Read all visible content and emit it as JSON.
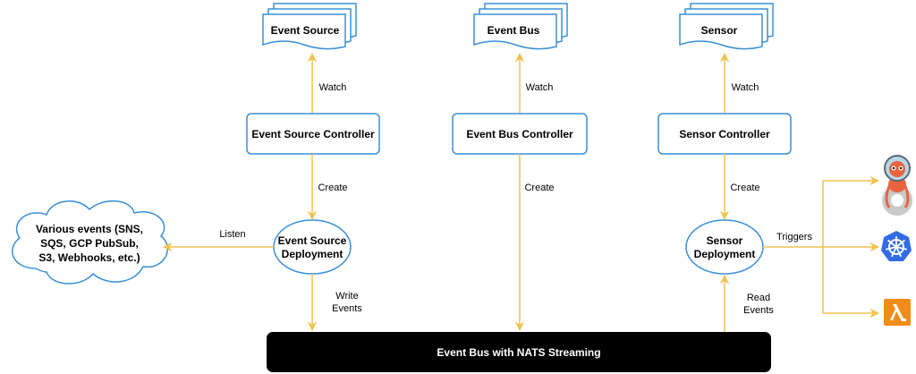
{
  "resources": {
    "event_source": "Event Source",
    "event_bus": "Event Bus",
    "sensor": "Sensor"
  },
  "controllers": {
    "event_source": "Event Source Controller",
    "event_bus": "Event Bus Controller",
    "sensor": "Sensor Controller"
  },
  "deployments": {
    "event_source": [
      "Event Source",
      "Deployment"
    ],
    "sensor": [
      "Sensor",
      "Deployment"
    ]
  },
  "events_cloud": [
    "Various events (SNS,",
    "SQS, GCP PubSub,",
    "S3, Webhooks, etc.)"
  ],
  "bus_bar": "Event Bus with NATS Streaming",
  "edges": {
    "watch": "Watch",
    "create": "Create",
    "listen": "Listen",
    "write_events": [
      "Write",
      "Events"
    ],
    "read_events": [
      "Read",
      "Events"
    ],
    "triggers": "Triggers"
  },
  "targets": [
    "argo-workflows-icon",
    "kubernetes-icon",
    "aws-lambda-icon"
  ],
  "colors": {
    "border": "#3b8fd6",
    "arrow": "#f2c14e",
    "bus": "#000000",
    "lambda": "#f28c18"
  }
}
